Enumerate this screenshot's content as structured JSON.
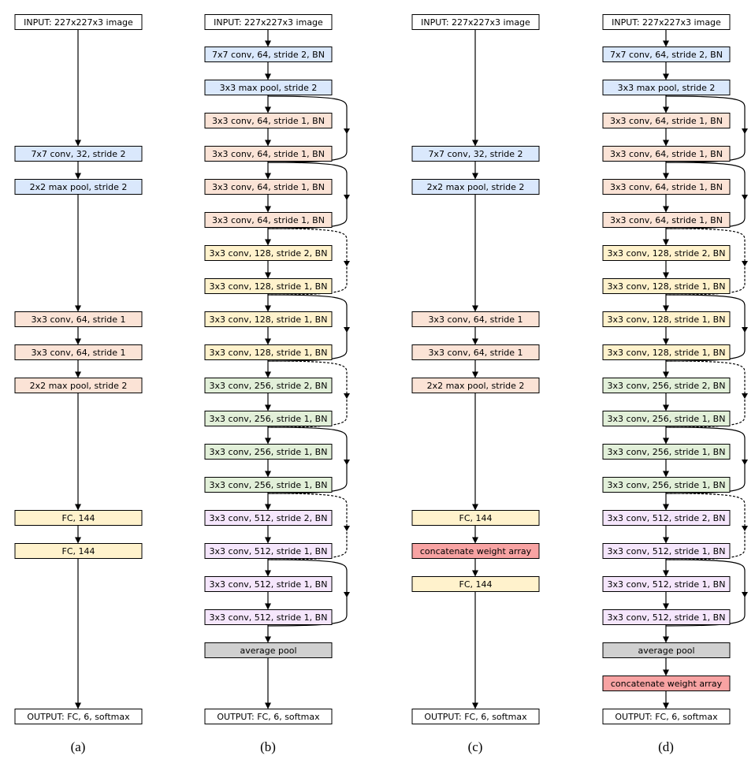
{
  "colors": {
    "input": "#ffffff",
    "blue": "#dae8fc",
    "orange": "#fbe3d6",
    "yellow": "#fff2cc",
    "green": "#e2f0d9",
    "purple": "#f5e6fc",
    "gray": "#d0d0d0",
    "red": "#f8a3a3",
    "stroke": "#000000"
  },
  "columns": [
    {
      "caption": "(a)",
      "blocks": [
        {
          "label": "INPUT: 227x227x3 image",
          "color": "input"
        },
        {
          "label": "7x7 conv, 32, stride 2",
          "color": "blue"
        },
        {
          "label": "2x2 max pool, stride 2",
          "color": "blue"
        },
        {
          "label": "3x3 conv, 64, stride 1",
          "color": "orange"
        },
        {
          "label": "3x3 conv, 64, stride 1",
          "color": "orange"
        },
        {
          "label": "2x2 max pool, stride 2",
          "color": "orange"
        },
        {
          "label": "FC, 144",
          "color": "yellow"
        },
        {
          "label": "FC, 144",
          "color": "yellow"
        },
        {
          "label": "OUTPUT: FC, 6, softmax",
          "color": "input"
        }
      ]
    },
    {
      "caption": "(b)",
      "blocks": [
        {
          "label": "INPUT: 227x227x3 image",
          "color": "input"
        },
        {
          "label": "7x7 conv, 64, stride 2, BN",
          "color": "blue"
        },
        {
          "label": "3x3 max pool, stride 2",
          "color": "blue"
        },
        {
          "label": "3x3 conv, 64, stride 1, BN",
          "color": "orange"
        },
        {
          "label": "3x3 conv, 64, stride 1, BN",
          "color": "orange"
        },
        {
          "label": "3x3 conv, 64, stride 1, BN",
          "color": "orange"
        },
        {
          "label": "3x3 conv, 64, stride 1, BN",
          "color": "orange"
        },
        {
          "label": "3x3 conv, 128, stride 2, BN",
          "color": "yellow"
        },
        {
          "label": "3x3 conv, 128, stride 1, BN",
          "color": "yellow"
        },
        {
          "label": "3x3 conv, 128, stride 1, BN",
          "color": "yellow"
        },
        {
          "label": "3x3 conv, 128, stride 1, BN",
          "color": "yellow"
        },
        {
          "label": "3x3 conv, 256, stride 2, BN",
          "color": "green"
        },
        {
          "label": "3x3 conv, 256, stride 1, BN",
          "color": "green"
        },
        {
          "label": "3x3 conv, 256, stride 1, BN",
          "color": "green"
        },
        {
          "label": "3x3 conv, 256, stride 1, BN",
          "color": "green"
        },
        {
          "label": "3x3 conv, 512, stride 2, BN",
          "color": "purple"
        },
        {
          "label": "3x3 conv, 512, stride 1, BN",
          "color": "purple"
        },
        {
          "label": "3x3 conv, 512, stride 1, BN",
          "color": "purple"
        },
        {
          "label": "3x3 conv, 512, stride 1, BN",
          "color": "purple"
        },
        {
          "label": "average pool",
          "color": "gray"
        },
        {
          "label": "OUTPUT: FC, 6, softmax",
          "color": "input"
        }
      ]
    },
    {
      "caption": "(c)",
      "blocks": [
        {
          "label": "INPUT: 227x227x3 image",
          "color": "input"
        },
        {
          "label": "7x7 conv, 32, stride 2",
          "color": "blue"
        },
        {
          "label": "2x2 max pool, stride 2",
          "color": "blue"
        },
        {
          "label": "3x3 conv, 64, stride 1",
          "color": "orange"
        },
        {
          "label": "3x3 conv, 64, stride 1",
          "color": "orange"
        },
        {
          "label": "2x2 max pool, stride 2",
          "color": "orange"
        },
        {
          "label": "FC, 144",
          "color": "yellow"
        },
        {
          "label": "concatenate weight array",
          "color": "red"
        },
        {
          "label": "FC, 144",
          "color": "yellow"
        },
        {
          "label": "OUTPUT: FC, 6, softmax",
          "color": "input"
        }
      ]
    },
    {
      "caption": "(d)",
      "blocks": [
        {
          "label": "INPUT: 227x227x3 image",
          "color": "input"
        },
        {
          "label": "7x7 conv, 64, stride 2, BN",
          "color": "blue"
        },
        {
          "label": "3x3 max pool, stride 2",
          "color": "blue"
        },
        {
          "label": "3x3 conv, 64, stride 1, BN",
          "color": "orange"
        },
        {
          "label": "3x3 conv, 64, stride 1, BN",
          "color": "orange"
        },
        {
          "label": "3x3 conv, 64, stride 1, BN",
          "color": "orange"
        },
        {
          "label": "3x3 conv, 64, stride 1, BN",
          "color": "orange"
        },
        {
          "label": "3x3 conv, 128, stride 2, BN",
          "color": "yellow"
        },
        {
          "label": "3x3 conv, 128, stride 1, BN",
          "color": "yellow"
        },
        {
          "label": "3x3 conv, 128, stride 1, BN",
          "color": "yellow"
        },
        {
          "label": "3x3 conv, 128, stride 1, BN",
          "color": "yellow"
        },
        {
          "label": "3x3 conv, 256, stride 2, BN",
          "color": "green"
        },
        {
          "label": "3x3 conv, 256, stride 1, BN",
          "color": "green"
        },
        {
          "label": "3x3 conv, 256, stride 1, BN",
          "color": "green"
        },
        {
          "label": "3x3 conv, 256, stride 1, BN",
          "color": "green"
        },
        {
          "label": "3x3 conv, 512, stride 2, BN",
          "color": "purple"
        },
        {
          "label": "3x3 conv, 512, stride 1, BN",
          "color": "purple"
        },
        {
          "label": "3x3 conv, 512, stride 1, BN",
          "color": "purple"
        },
        {
          "label": "3x3 conv, 512, stride 1, BN",
          "color": "purple"
        },
        {
          "label": "average pool",
          "color": "gray"
        },
        {
          "label": "concatenate weight array",
          "color": "red"
        },
        {
          "label": "OUTPUT: FC, 6, softmax",
          "color": "input"
        }
      ]
    }
  ]
}
